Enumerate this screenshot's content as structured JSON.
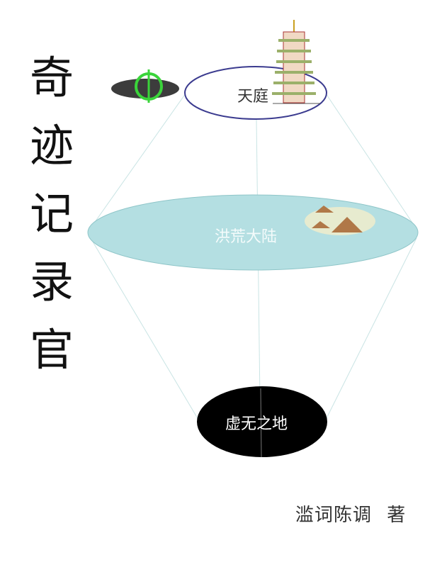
{
  "cover": {
    "title_chars": [
      "奇",
      "迹",
      "记",
      "录",
      "官"
    ],
    "title": "奇迹记录官",
    "levels": {
      "top": "天庭",
      "middle": "洪荒大陆",
      "bottom": "虚无之地"
    },
    "author": "滥词陈调",
    "author_suffix": "著"
  },
  "colors": {
    "top_stroke": "#3b3b8f",
    "middle_fill": "#b4dfe2",
    "bottom_fill": "#000000",
    "lines": "#c9e4e4"
  }
}
